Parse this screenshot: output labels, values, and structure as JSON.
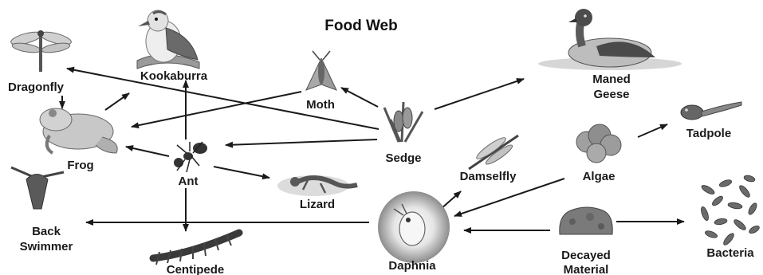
{
  "title": "Food Web",
  "organisms": {
    "dragonfly": "Dragonfly",
    "kookaburra": "Kookaburra",
    "moth": "Moth",
    "maned_geese": [
      "Maned",
      "Geese"
    ],
    "frog": "Frog",
    "sedge": "Sedge",
    "tadpole": "Tadpole",
    "ant": "Ant",
    "damselfly": "Damselfly",
    "algae": "Algae",
    "lizard": "Lizard",
    "back_swimmer": [
      "Back",
      "Swimmer"
    ],
    "daphnia": "Daphnia",
    "decayed_material": [
      "Decayed",
      "Material"
    ],
    "bacteria": "Bacteria",
    "centipede": "Centipede"
  },
  "arrows": [
    {
      "from": "Dragonfly",
      "to": "Frog"
    },
    {
      "from": "Frog",
      "to": "Kookaburra"
    },
    {
      "from": "Ant",
      "to": "Kookaburra"
    },
    {
      "from": "Moth",
      "to": "Frog"
    },
    {
      "from": "Ant",
      "to": "Frog"
    },
    {
      "from": "Ant",
      "to": "Lizard"
    },
    {
      "from": "Ant",
      "to": "Centipede"
    },
    {
      "from": "Sedge",
      "to": "Dragonfly"
    },
    {
      "from": "Sedge",
      "to": "Moth"
    },
    {
      "from": "Sedge",
      "to": "Ant"
    },
    {
      "from": "Sedge",
      "to": "Maned Geese"
    },
    {
      "from": "Algae",
      "to": "Tadpole"
    },
    {
      "from": "Algae",
      "to": "Daphnia"
    },
    {
      "from": "Daphnia",
      "to": "Damselfly"
    },
    {
      "from": "Daphnia",
      "to": "Back Swimmer"
    },
    {
      "from": "Decayed Material",
      "to": "Daphnia"
    },
    {
      "from": "Decayed Material",
      "to": "Bacteria"
    }
  ]
}
